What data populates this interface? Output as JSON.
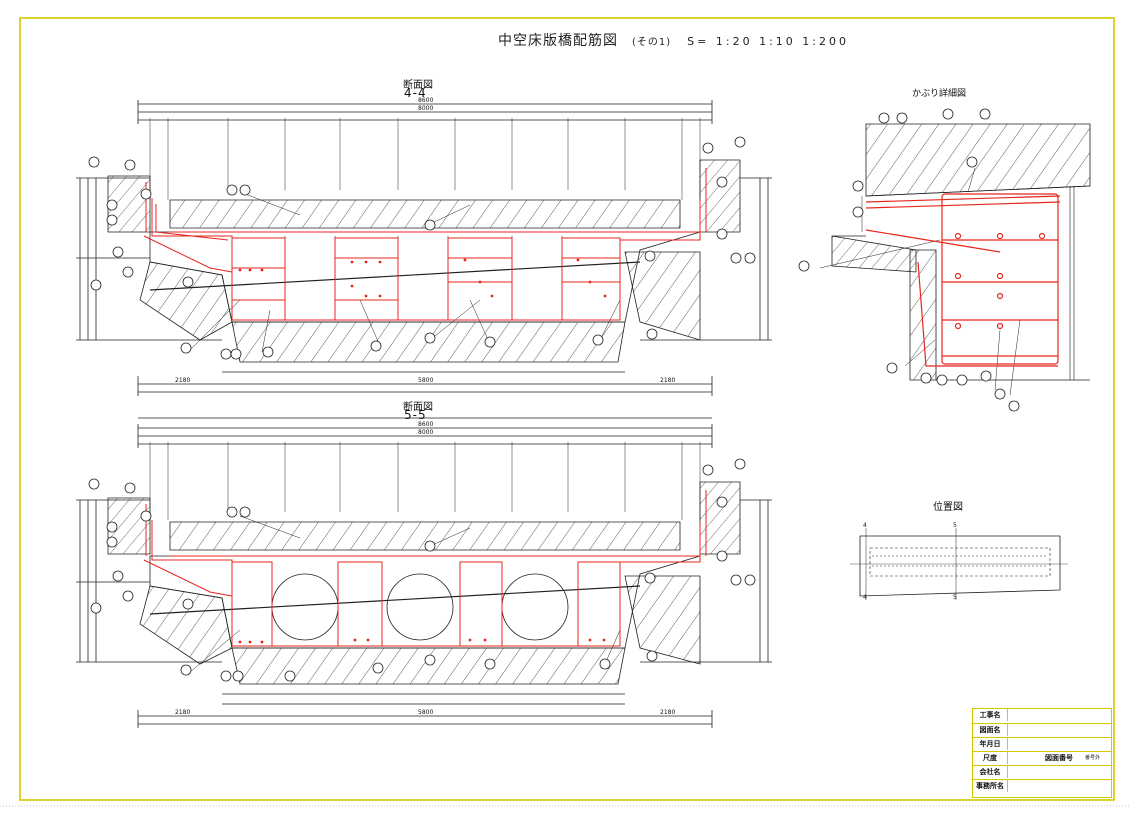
{
  "drawing": {
    "title": "中空床版橋配筋図",
    "subtitle": "(その1)",
    "scale": "S= 1:20 1:10 1:200"
  },
  "section_4": {
    "caption": "断面図",
    "mark": "4-4",
    "overall_width": "8600",
    "deck_width": "8000",
    "bottom_width": "5800",
    "side_left": "2180",
    "side_right": "2180"
  },
  "section_5": {
    "caption": "断面図",
    "mark": "5-5",
    "overall_width": "8600",
    "deck_width": "8000",
    "bottom_width": "5800",
    "side_left": "2180",
    "side_right": "2180"
  },
  "detail": {
    "caption": "かぶり詳細図"
  },
  "location": {
    "caption": "位置図",
    "marks": [
      "4",
      "5",
      "4",
      "5"
    ]
  },
  "title_block": {
    "rows": [
      "工事名",
      "図面名",
      "年月日",
      "尺度",
      "会社名",
      "事務所名"
    ],
    "drawing_no_label": "図面番号",
    "drawing_no_value": "番号外"
  },
  "colors": {
    "rebar": "#e8261c",
    "line": "#222222",
    "border": "#d6c800"
  }
}
